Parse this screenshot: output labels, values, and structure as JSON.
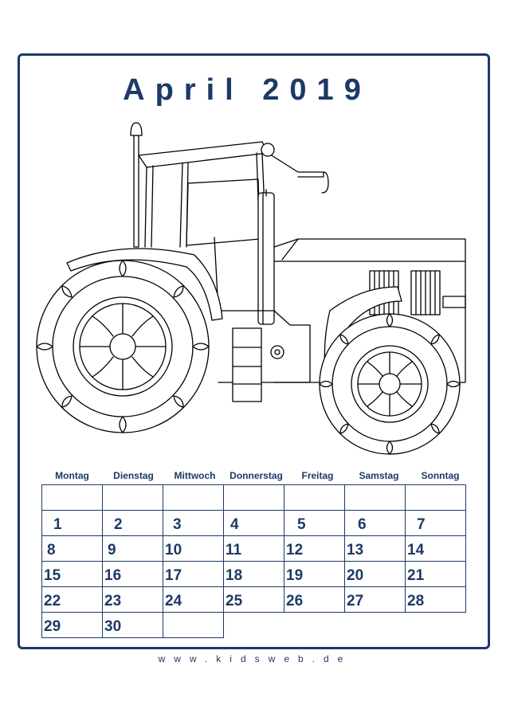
{
  "title": "April 2019",
  "weekdays": [
    "Montag",
    "Dienstag",
    "Mittwoch",
    "Donnerstag",
    "Freitag",
    "Samstag",
    "Sonntag"
  ],
  "weeks": [
    [
      "1",
      "2",
      "3",
      "4",
      "5",
      "6",
      "7"
    ],
    [
      "8",
      "9",
      "10",
      "11",
      "12",
      "13",
      "14"
    ],
    [
      "15",
      "16",
      "17",
      "18",
      "19",
      "20",
      "21"
    ],
    [
      "22",
      "23",
      "24",
      "25",
      "26",
      "27",
      "28"
    ],
    [
      "29",
      "30",
      "",
      "",
      "",
      "",
      ""
    ]
  ],
  "footer": "www.kidsweb.de",
  "colors": {
    "accent": "#1d3a66",
    "line": "#000000"
  },
  "illustration": "tractor-outline-icon"
}
